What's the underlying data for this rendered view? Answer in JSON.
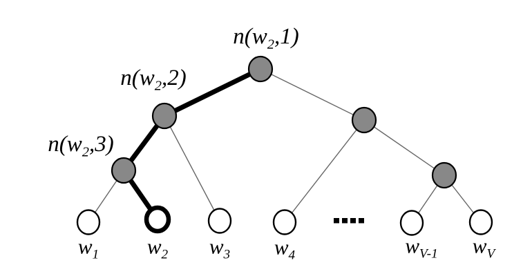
{
  "diagram": {
    "type": "binary-tree",
    "description": "hierarchical binary tree over vocabulary words with highlighted path to w2",
    "colors": {
      "background": "#ffffff",
      "internal_node_fill": "#888888",
      "leaf_node_fill": "#ffffff",
      "node_stroke": "#000000",
      "thin_edge": "#666666",
      "bold_edge": "#000000"
    },
    "labels": {
      "internal": [
        {
          "pre": "n(w",
          "sub": "2",
          "post": ",1)"
        },
        {
          "pre": "n(w",
          "sub": "2",
          "post": ",2)"
        },
        {
          "pre": "n(w",
          "sub": "2",
          "post": ",3)"
        }
      ],
      "leaves": [
        {
          "base": "w",
          "sub": "1"
        },
        {
          "base": "w",
          "sub": "2"
        },
        {
          "base": "w",
          "sub": "3"
        },
        {
          "base": "w",
          "sub": "4"
        },
        {
          "base": "w",
          "sub": "V-1"
        },
        {
          "base": "w",
          "sub": "V"
        }
      ],
      "ellipsis": "...."
    },
    "highlighted_path": [
      "n(w2,1)",
      "n(w2,2)",
      "n(w2,3)",
      "w2"
    ]
  }
}
